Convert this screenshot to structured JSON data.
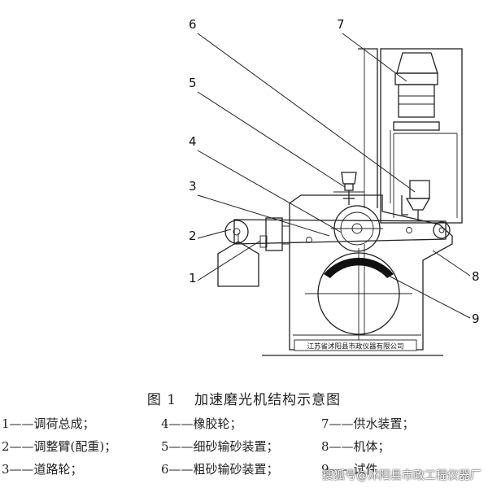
{
  "labels": [
    "1",
    "2",
    "3",
    "4",
    "5",
    "6",
    "7",
    "8",
    "9"
  ],
  "nameplate": "江苏省沭阳县市政仪器有限公司",
  "caption": {
    "figure": "图 1",
    "title": "加速磨光机结构示意图"
  },
  "legend": [
    [
      "1——调荷总成；",
      "4——橡胶轮；",
      "7——供水装置；"
    ],
    [
      "2——调整臂(配重)；",
      "5——细砂输砂装置；",
      "8——机体；"
    ],
    [
      "3——道路轮；",
      "6——粗砂输砂装置；",
      "9——试件"
    ]
  ],
  "watermark": "搜狐号@沭阳县市政工程仪器厂"
}
